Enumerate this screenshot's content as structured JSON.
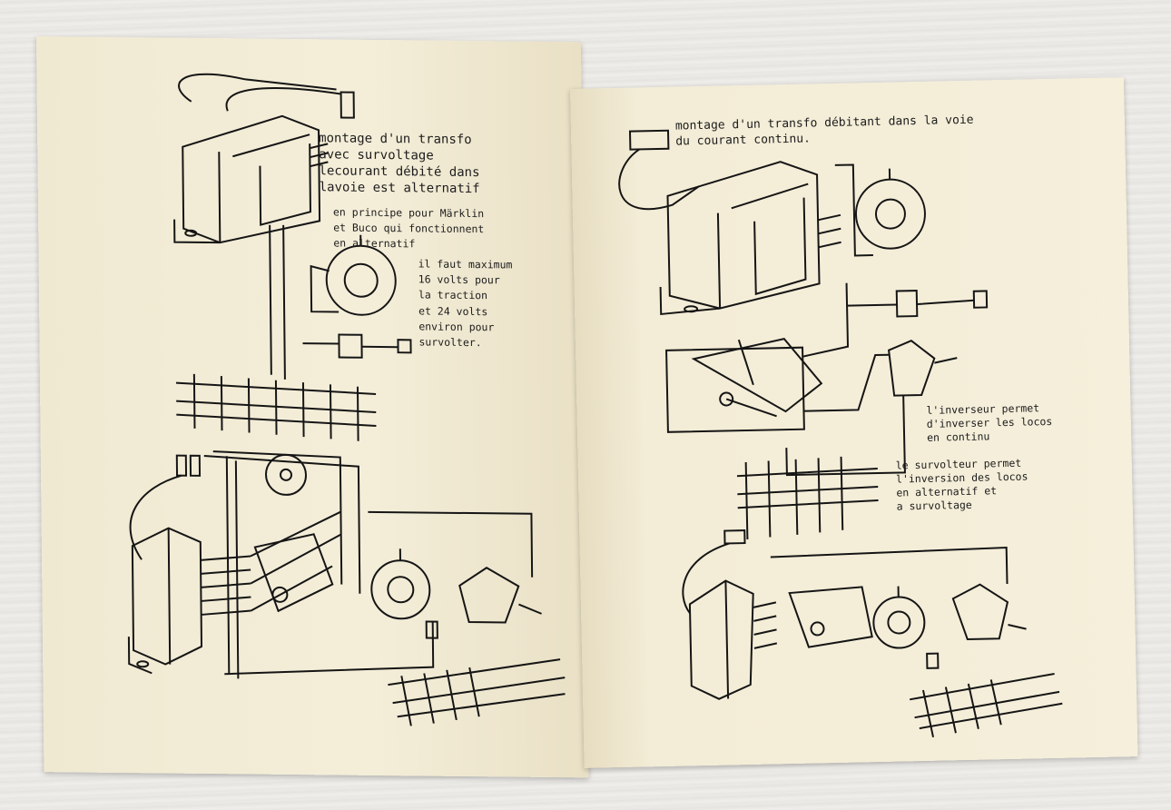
{
  "left_page": {
    "caption_1": "montage d'un transfo\navec survoltage\nlecourant débité dans\nlavoie est alternatif",
    "caption_2": "en principe pour Märklin\net Buco qui fonctionnent\nen alternatif",
    "caption_3": "il faut maximum\n16 volts pour\nla traction",
    "caption_4": "et 24 volts\nenviron pour\nsurvolter."
  },
  "right_page": {
    "caption_1": "montage d'un transfo débitant dans la voie\ndu courant continu.",
    "caption_2": "l'inverseur permet\nd'inverser les locos\nen continu",
    "caption_3": "le survolteur permet\nl'inversion des locos\nen alternatif et\na survoltage"
  }
}
